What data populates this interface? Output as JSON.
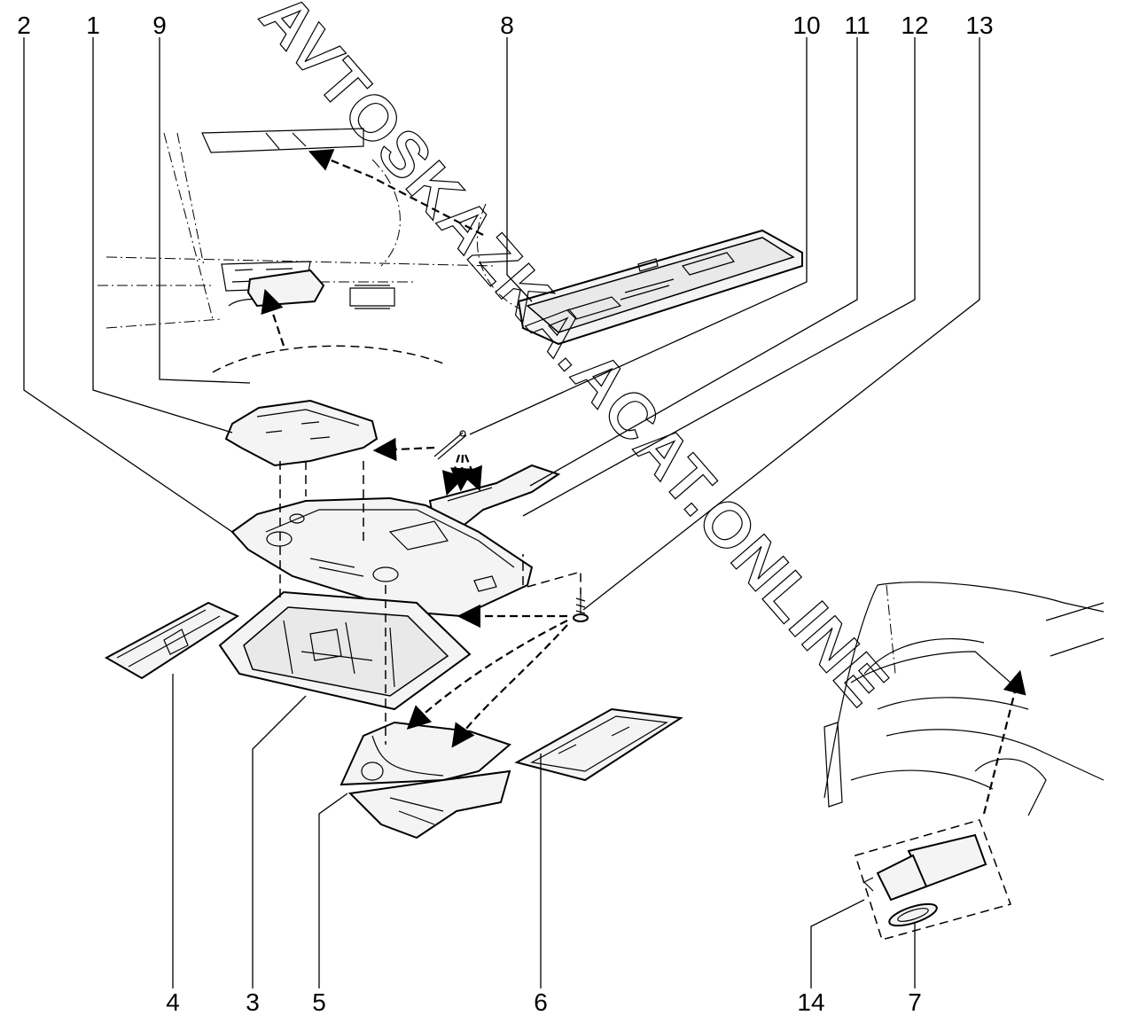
{
  "callouts": {
    "c1": "1",
    "c2": "2",
    "c3": "3",
    "c4": "4",
    "c5": "5",
    "c6": "6",
    "c7": "7",
    "c8": "8",
    "c9": "9",
    "c10": "10",
    "c11": "11",
    "c12": "12",
    "c13": "13",
    "c14": "14"
  },
  "watermark": "AVTOSKAZKA.ACAT.ONLINE"
}
